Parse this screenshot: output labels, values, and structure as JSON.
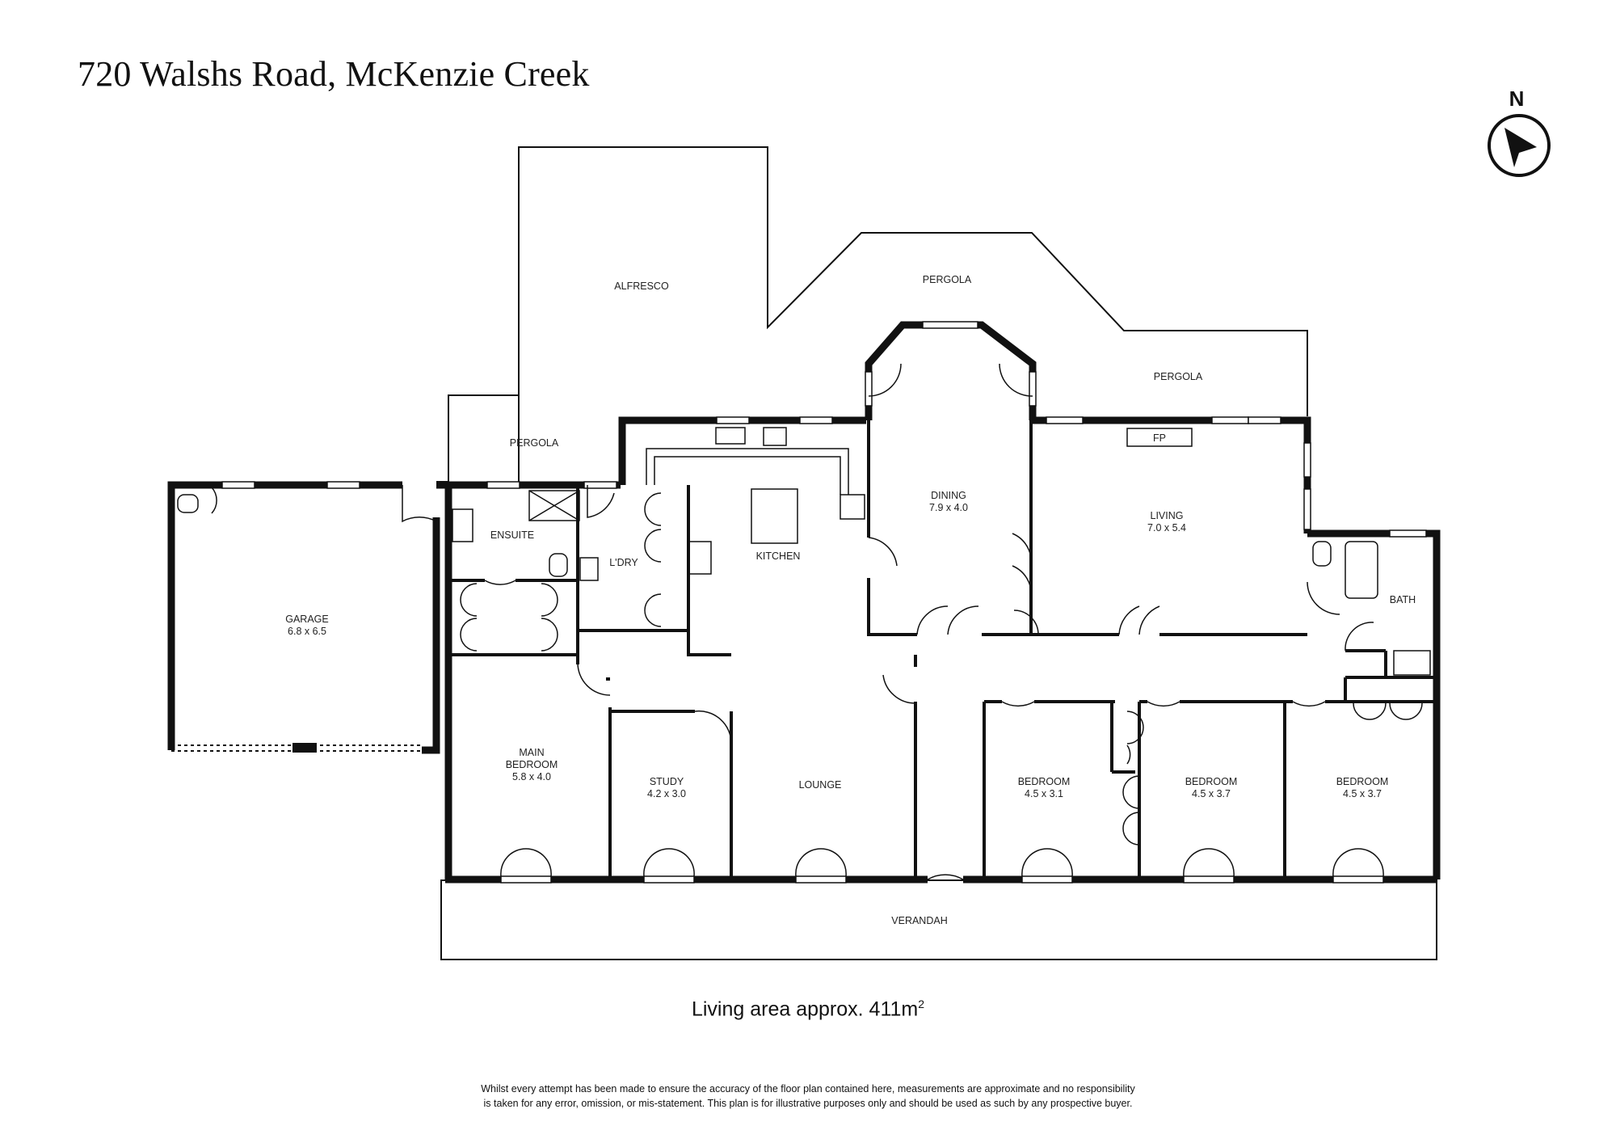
{
  "title": "720 Walshs Road, McKenzie Creek",
  "compass": {
    "label": "N"
  },
  "rooms": {
    "alfresco": {
      "name": "ALFRESCO"
    },
    "pergola_left": {
      "name": "PERGOLA"
    },
    "pergola_top": {
      "name": "PERGOLA"
    },
    "pergola_right": {
      "name": "PERGOLA"
    },
    "garage": {
      "name": "GARAGE",
      "size": "6.8 x 6.5"
    },
    "ensuite": {
      "name": "ENSUITE"
    },
    "laundry": {
      "name": "L'DRY"
    },
    "kitchen": {
      "name": "KITCHEN"
    },
    "dining": {
      "name": "DINING",
      "size": "7.9 x 4.0"
    },
    "living": {
      "name": "LIVING",
      "size": "7.0 x 5.4"
    },
    "fireplace": {
      "name": "FP"
    },
    "bath": {
      "name": "BATH"
    },
    "main_bedroom": {
      "name_line1": "MAIN",
      "name_line2": "BEDROOM",
      "size": "5.8 x 4.0"
    },
    "study": {
      "name": "STUDY",
      "size": "4.2 x 3.0"
    },
    "lounge": {
      "name": "LOUNGE"
    },
    "bedroom_1": {
      "name": "BEDROOM",
      "size": "4.5 x 3.1"
    },
    "bedroom_2": {
      "name": "BEDROOM",
      "size": "4.5 x 3.7"
    },
    "bedroom_3": {
      "name": "BEDROOM",
      "size": "4.5 x 3.7"
    },
    "verandah": {
      "name": "VERANDAH"
    }
  },
  "living_area": {
    "text": "Living area approx. 411m",
    "superscript": "2"
  },
  "disclaimer": {
    "line1": "Whilst every attempt has been made to ensure the accuracy of the floor plan contained here, measurements are approximate and no responsibility",
    "line2": "is taken for any error, omission, or mis-statement. This plan is for illustrative purposes only and should be used as such by any prospective buyer."
  }
}
